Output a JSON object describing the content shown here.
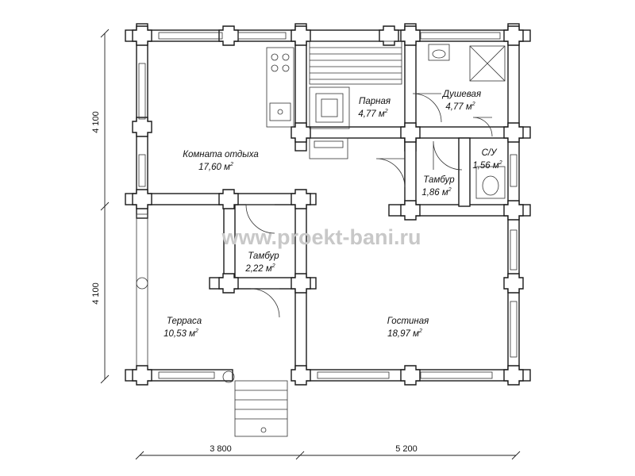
{
  "watermark": "www.proekt-bani.ru",
  "dimensions": {
    "left_top": "4 100",
    "left_bottom": "4 100",
    "bottom_left": "3 800",
    "bottom_right": "5 200"
  },
  "rooms": {
    "rest_room": {
      "name": "Комната отдыха",
      "area": "17,60 м",
      "unit_sup": "2"
    },
    "steam_room": {
      "name": "Парная",
      "area": "4,77 м",
      "unit_sup": "2"
    },
    "shower": {
      "name": "Душевая",
      "area": "4,77 м",
      "unit_sup": "2"
    },
    "wc": {
      "name": "С/У",
      "area": "1,56 м",
      "unit_sup": "2"
    },
    "vestibule_right": {
      "name": "Тамбур",
      "area": "1,86 м",
      "unit_sup": "2"
    },
    "vestibule_center": {
      "name": "Тамбур",
      "area": "2,22 м",
      "unit_sup": "2"
    },
    "terrace": {
      "name": "Терраса",
      "area": "10,53 м",
      "unit_sup": "2"
    },
    "living_room": {
      "name": "Гостиная",
      "area": "18,97 м",
      "unit_sup": "2"
    }
  }
}
